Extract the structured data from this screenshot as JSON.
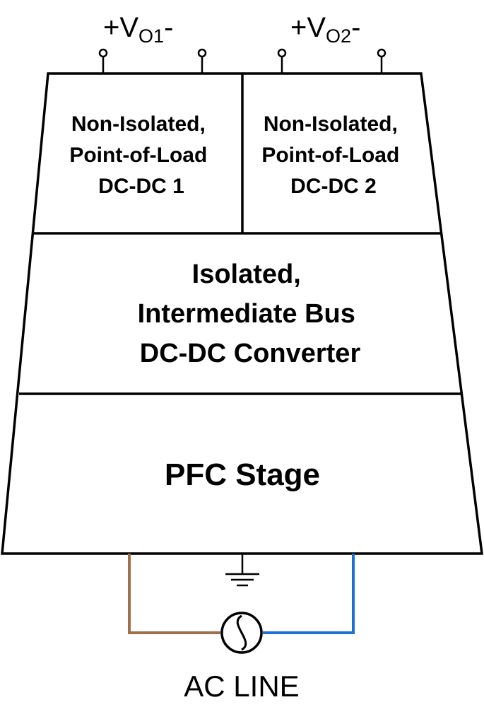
{
  "terminals": {
    "output1": {
      "prefix": "+V",
      "subscript": "O1",
      "suffix": "-"
    },
    "output2": {
      "prefix": "+V",
      "subscript": "O2",
      "suffix": "-"
    }
  },
  "blocks": {
    "pol1": {
      "lines": [
        "Non-Isolated,",
        "Point-of-Load",
        "DC-DC 1"
      ]
    },
    "pol2": {
      "lines": [
        "Non-Isolated,",
        "Point-of-Load",
        "DC-DC 2"
      ]
    },
    "ibc": {
      "lines": [
        "Isolated,",
        "Intermediate Bus",
        "DC-DC Converter"
      ]
    },
    "pfc": {
      "lines": [
        "PFC Stage"
      ]
    }
  },
  "source": {
    "label": "AC LINE"
  },
  "colors": {
    "outline": "#000000",
    "line_wire": "#a0704a",
    "neutral_wire": "#1e6fd9",
    "background": "#ffffff"
  },
  "icons": {
    "source": "ac-source-icon",
    "ground": "ground-icon"
  }
}
